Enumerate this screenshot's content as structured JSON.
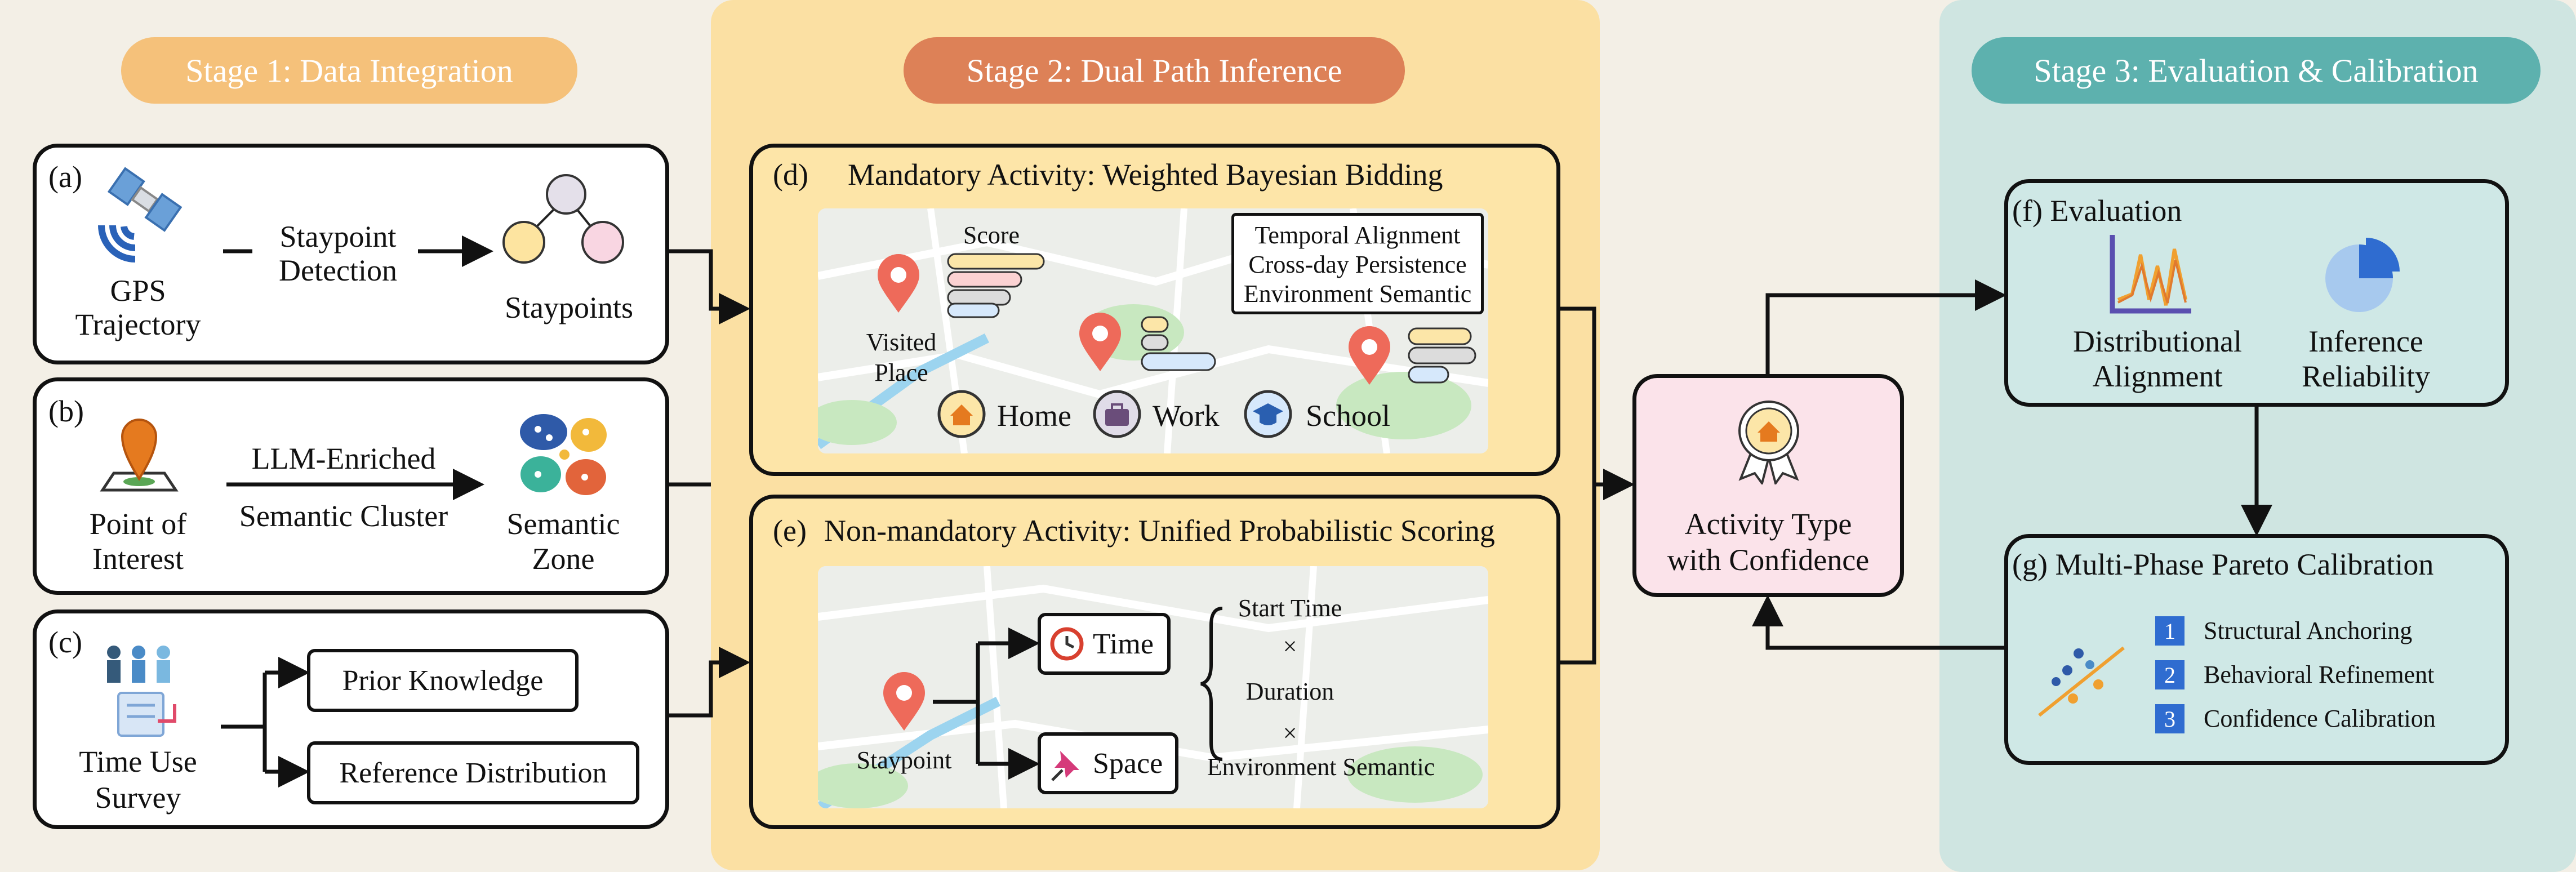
{
  "stages": {
    "s1": {
      "label": "Stage 1: Data Integration",
      "color": "#f5c17a"
    },
    "s2": {
      "label": "Stage 2: Dual Path Inference",
      "color": "#dd8157"
    },
    "s3": {
      "label": "Stage 3: Evaluation & Calibration",
      "color": "#5db1ae"
    }
  },
  "panel_a": {
    "tag": "(a)",
    "gps_line1": "GPS",
    "gps_line2": "Trajectory",
    "step_line1": "Staypoint",
    "step_line2": "Detection",
    "output": "Staypoints"
  },
  "panel_b": {
    "tag": "(b)",
    "poi_line1": "Point of",
    "poi_line2": "Interest",
    "step_line1": "LLM-Enriched",
    "step_line2": "Semantic Cluster",
    "out_line1": "Semantic",
    "out_line2": "Zone"
  },
  "panel_c": {
    "tag": "(c)",
    "src_line1": "Time Use",
    "src_line2": "Survey",
    "box1": "Prior Knowledge",
    "box2": "Reference Distribution"
  },
  "panel_d": {
    "tag": "(d)",
    "title": "Mandatory Activity: Weighted Bayesian Bidding",
    "score_label": "Score",
    "visited_line1": "Visited",
    "visited_line2": "Place",
    "criteria": [
      "Temporal Alignment",
      "Cross-day Persistence",
      "Environment Semantic"
    ],
    "categories": [
      "Home",
      "Work",
      "School"
    ]
  },
  "panel_e": {
    "tag": "(e)",
    "title": "Non-mandatory Activity: Unified Probabilistic Scoring",
    "staypoint": "Staypoint",
    "time_label": "Time",
    "space_label": "Space",
    "start_time": "Start Time",
    "times1": "×",
    "duration": "Duration",
    "times2": "×",
    "env": "Environment Semantic"
  },
  "center": {
    "line1": "Activity Type",
    "line2": "with Confidence"
  },
  "panel_f": {
    "tag": "(f) Evaluation",
    "m1_line1": "Distributional",
    "m1_line2": "Alignment",
    "m2_line1": "Inference",
    "m2_line2": "Reliability"
  },
  "panel_g": {
    "title": "(g) Multi-Phase Pareto Calibration",
    "steps": [
      {
        "num": "1",
        "label": "Structural Anchoring"
      },
      {
        "num": "2",
        "label": "Behavioral Refinement"
      },
      {
        "num": "3",
        "label": "Confidence Calibration"
      }
    ]
  }
}
